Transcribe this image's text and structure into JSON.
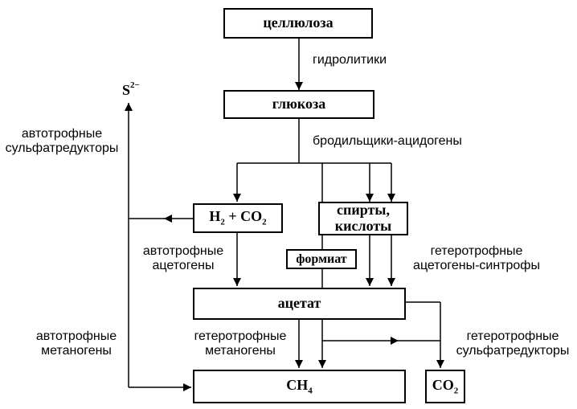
{
  "boxes": {
    "cellulose": "целлюлоза",
    "glucose": "глюкоза",
    "h2": "H",
    "h2_sub": "2",
    "plus": "+",
    "co2": "CO",
    "co2_sub": "2",
    "alcohols_line1": "спирты,",
    "alcohols_line2": "кислоты",
    "formate": "формиат",
    "acetate": "ацетат",
    "ch4": "CH",
    "ch4_sub": "4",
    "co2_out": "CO",
    "co2_out_sub": "2"
  },
  "sulfide": {
    "base": "S",
    "sup": "2−"
  },
  "labels": {
    "hydrolytics": "гидролитики",
    "fermenters": "бродильщики-ацидогены",
    "autotrophic_sulfate_reducers": [
      "автотрофные",
      "сульфатредукторы"
    ],
    "autotrophic_acetogens": [
      "автотрофные",
      "ацетогены"
    ],
    "heterotrophic_acetogens": [
      "гетеротрофные",
      "ацетогены-синтрофы"
    ],
    "autotrophic_methanogens": [
      "автотрофные",
      "метаногены"
    ],
    "heterotrophic_methanogens": [
      "гетеротрофные",
      "метаногены"
    ],
    "heterotrophic_sulfate_reducers": [
      "гетеротрофные",
      "сульфатредукторы"
    ]
  }
}
